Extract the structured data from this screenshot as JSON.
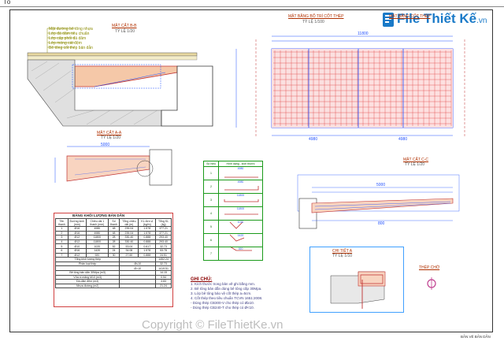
{
  "topstrip": {
    "ref": "Tổ"
  },
  "logo": {
    "brand": "File Thiết Kế",
    "tld": ".vn"
  },
  "watermark": {
    "text": "Copyright © FileThietKe.vn"
  },
  "views": {
    "section_b": {
      "title": "MẶT CẮT B-B",
      "scale": "TỶ LỆ 1/20"
    },
    "plan": {
      "title": "MẶT BẰNG BỐ TRÍ CỐT THÉP",
      "scale": "TỶ LỆ 1/100",
      "title_right": "MẶT BẰNG CỐT THÉP"
    },
    "section_a": {
      "title": "MẶT CẮT A-A",
      "scale": "TỶ LỆ 1/20"
    },
    "section_c": {
      "title": "MẶT CẮT C-C",
      "scale": "TỶ LỆ 1/20"
    },
    "detail_a": {
      "title": "CHI TIẾT A",
      "scale": "TỶ LỆ 1/10"
    },
    "detail_joint": {
      "title": "THÉP CHỜ"
    }
  },
  "layer_labels": [
    "Mặt đường bê tông nhựa",
    "Lớp đá dăm tiêu chuẩn",
    "Lớp cấp phối đá dăm",
    "Lớp móng cát đệm",
    "Bê tông cốt thép bản dẫn"
  ],
  "boq": {
    "title": "BẢNG KHỐI LƯỢNG BẢN DẪN",
    "headers": [
      "Tên thanh",
      "Đường kính (mm)",
      "Chiều dài 1 thanh (mm)",
      "Số thanh",
      "Tổng chiều dài (m)",
      "KL đơn vị (kg/m)",
      "Tổng KL (kg)"
    ],
    "rows": [
      [
        "1",
        "Ø16",
        "4980",
        "48",
        "239.04",
        "1.578",
        "377.21"
      ],
      [
        "2",
        "Ø16",
        "4980",
        "48",
        "239.04",
        "1.578",
        "377.21"
      ],
      [
        "3",
        "Ø12",
        "11800",
        "28",
        "330.40",
        "0.888",
        "293.40"
      ],
      [
        "4",
        "Ø12",
        "11800",
        "28",
        "330.40",
        "0.888",
        "293.40"
      ],
      [
        "5",
        "Ø10",
        "1020",
        "52",
        "53.04",
        "0.617",
        "32.73"
      ],
      [
        "6",
        "Ø16",
        "1420",
        "24",
        "34.08",
        "1.578",
        "53.78"
      ],
      [
        "7",
        "Ø12",
        "920",
        "30",
        "27.60",
        "0.888",
        "24.51"
      ]
    ],
    "summary": [
      [
        "Tổng khối lượng thép",
        "",
        "1452.24"
      ],
      [
        "Phân loại thép",
        "Ø≤10",
        "32.73"
      ],
      [
        "",
        "Ø>10",
        "1419.51"
      ],
      [
        "Bê tông bản dẫn 30Mpa (m3)",
        "",
        "14.15"
      ],
      [
        "Vữa xi măng M10 (m3)",
        "",
        "0.54"
      ],
      [
        "Đá dăm đệm (m3)",
        "",
        "3.83"
      ],
      [
        "Nhựa đường (m2)",
        "",
        "21.24"
      ]
    ]
  },
  "shape_table": {
    "headers": [
      "Số hiệu",
      "Hình dạng - kích thước"
    ],
    "rows": [
      "1",
      "2",
      "3",
      "4",
      "5",
      "6",
      "7"
    ],
    "dims": [
      "4980",
      "4980",
      "11800",
      "11800",
      "1020",
      "1420",
      "920"
    ]
  },
  "notes": {
    "heading": "GHI CHÚ:",
    "lines": [
      "1. Kích thước trong bản vẽ ghi bằng mm.",
      "2. Bê tông bản dẫn dùng bê tông cấp 30Mpa.",
      "3. Lớp bê tông bảo vệ cốt thép a=5cm.",
      "4. Cốt thép theo tiêu chuẩn TCVN 1651:2008.",
      "- Dùng thép CB300-V cho thép có Ø≥10.",
      "- Dùng thép CB240-T cho thép có Ø<10."
    ]
  },
  "dimension_labels": {
    "plan_total": "11800",
    "plan_left": "4980",
    "plan_right": "4980",
    "section_len": "5000",
    "section_sub": "800"
  },
  "sheet_label": "BẢN VẼ BẢN DẪN"
}
